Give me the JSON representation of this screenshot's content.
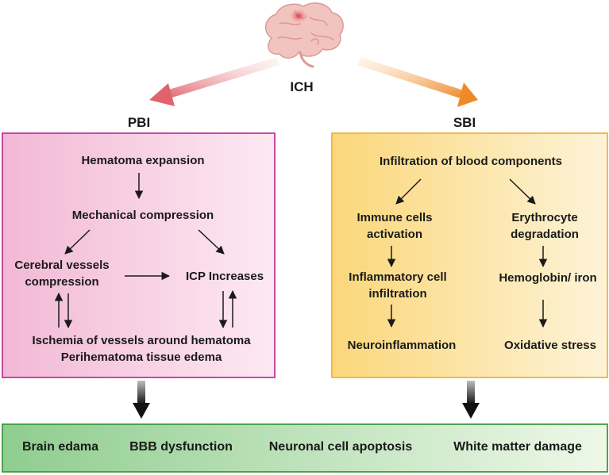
{
  "root": {
    "label": "ICH"
  },
  "pbi": {
    "title": "PBI",
    "hematoma_expansion": "Hematoma expansion",
    "mechanical_compression": "Mechanical compression",
    "cerebral_vessels": [
      "Cerebral vessels",
      "compression"
    ],
    "icp_increases": "ICP Increases",
    "ischemia": "Ischemia of vessels around hematoma",
    "edema": "Perihematoma tissue edema"
  },
  "sbi": {
    "title": "SBI",
    "infiltration": "Infiltration of blood components",
    "immune_cells": [
      "Immune cells",
      "activation"
    ],
    "erythrocyte": [
      "Erythrocyte",
      "degradation"
    ],
    "inflammatory": [
      "Inflammatory cell",
      "infiltration"
    ],
    "hemoglobin": "Hemoglobin/ iron",
    "neuroinflammation": "Neuroinflammation",
    "oxidative_stress": "Oxidative stress"
  },
  "outcomes": [
    "Brain edama",
    "BBB dysfunction",
    "Neuronal cell apoptosis",
    "White matter damage"
  ],
  "colors": {
    "pbi_border": "#c0399a",
    "pbi_fill_left": "#f2b8d6",
    "sbi_border": "#f0b23e",
    "sbi_fill_left": "#fbd97a",
    "outcome_border": "#3e9a3e",
    "outcome_fill_left": "#8fce8f",
    "left_arrow": "#e0636b",
    "right_arrow": "#ee8a2a",
    "brain": "#f2c4c0",
    "brain_spot": "#d8383e"
  },
  "icons": {
    "brain": "brain-icon"
  }
}
